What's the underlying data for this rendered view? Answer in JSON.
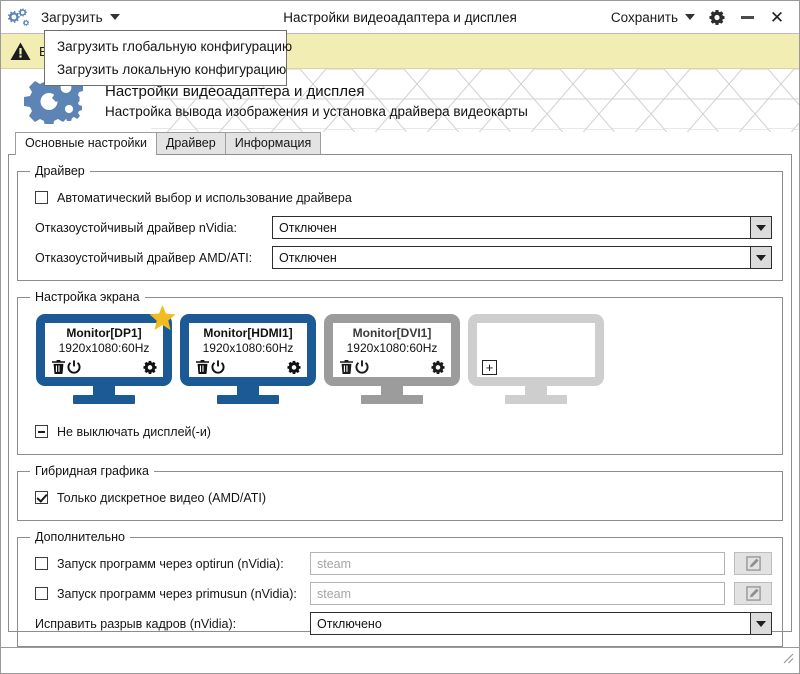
{
  "window": {
    "title": "Настройки видеоадаптера и дисплея",
    "app_icon": "gears-icon",
    "settings_icon": "gear-icon",
    "minimize_icon": "minimize-icon",
    "close_icon": "close-icon"
  },
  "toolbar": {
    "load_label": "Загрузить",
    "save_label": "Сохранить"
  },
  "load_menu": {
    "open": true,
    "items": [
      {
        "label": "Загрузить глобальную конфигурацию"
      },
      {
        "label": "Загрузить локальную конфигурацию"
      }
    ]
  },
  "warning": {
    "icon": "warning-triangle-icon",
    "text": "В",
    "bg": "#f2eeb3"
  },
  "banner": {
    "icon": "gears-logo-icon",
    "title": "Настройки видеоадаптера и дисплея",
    "subtitle": "Настройка вывода изображения и установка драйвера видеокарты",
    "accent": "#5c84b5"
  },
  "tabs": [
    {
      "label": "Основные настройки",
      "active": true
    },
    {
      "label": "Драйвер",
      "active": false
    },
    {
      "label": "Информация",
      "active": false
    }
  ],
  "driver_group": {
    "legend": "Драйвер",
    "auto_driver": {
      "label": "Автоматический выбор и использование драйвера",
      "checked": false
    },
    "nvidia": {
      "label": "Отказоустойчивый драйвер nVidia:",
      "value": "Отключен"
    },
    "amd": {
      "label": "Отказоустойчивый драйвер AMD/ATI:",
      "value": "Отключен"
    }
  },
  "screen_group": {
    "legend": "Настройка экрана",
    "monitors": [
      {
        "name": "Monitor[DP1]",
        "mode": "1920x1080:60Hz",
        "state": "primary",
        "starred": true,
        "icons": [
          "trash-icon",
          "power-icon",
          "gear-icon"
        ]
      },
      {
        "name": "Monitor[HDMI1]",
        "mode": "1920x1080:60Hz",
        "state": "active",
        "starred": false,
        "icons": [
          "trash-icon",
          "power-icon",
          "gear-icon"
        ]
      },
      {
        "name": "Monitor[DVI1]",
        "mode": "1920x1080:60Hz",
        "state": "disabled",
        "starred": false,
        "icons": [
          "trash-icon",
          "power-icon",
          "gear-icon"
        ]
      },
      {
        "name": "",
        "mode": "",
        "state": "empty",
        "starred": false,
        "icons": [
          "plus-icon"
        ]
      }
    ],
    "keep_on": {
      "label": "Не выключать дисплей(-и)",
      "state": "partial"
    },
    "active_color": "#1b5a94",
    "disabled_color": "#9c9c9c",
    "empty_color": "#cecece",
    "star_color": "#f0bc20"
  },
  "hybrid_group": {
    "legend": "Гибридная графика",
    "discrete_only": {
      "label": "Только дискретное видео (AMD/ATI)",
      "checked": true
    }
  },
  "extra_group": {
    "legend": "Дополнительно",
    "optirun": {
      "label": "Запуск программ через optirun (nVidia):",
      "checked": false,
      "placeholder": "steam",
      "value": "",
      "edit_icon": "pencil-icon"
    },
    "primusun": {
      "label": "Запуск программ через primusun (nVidia):",
      "checked": false,
      "placeholder": "steam",
      "value": "",
      "edit_icon": "pencil-icon"
    },
    "tearfix": {
      "label": "Исправить разрыв кадров (nVidia):",
      "value": "Отключено"
    }
  },
  "statusbar": {
    "resize_grip": "resize-grip-icon"
  }
}
